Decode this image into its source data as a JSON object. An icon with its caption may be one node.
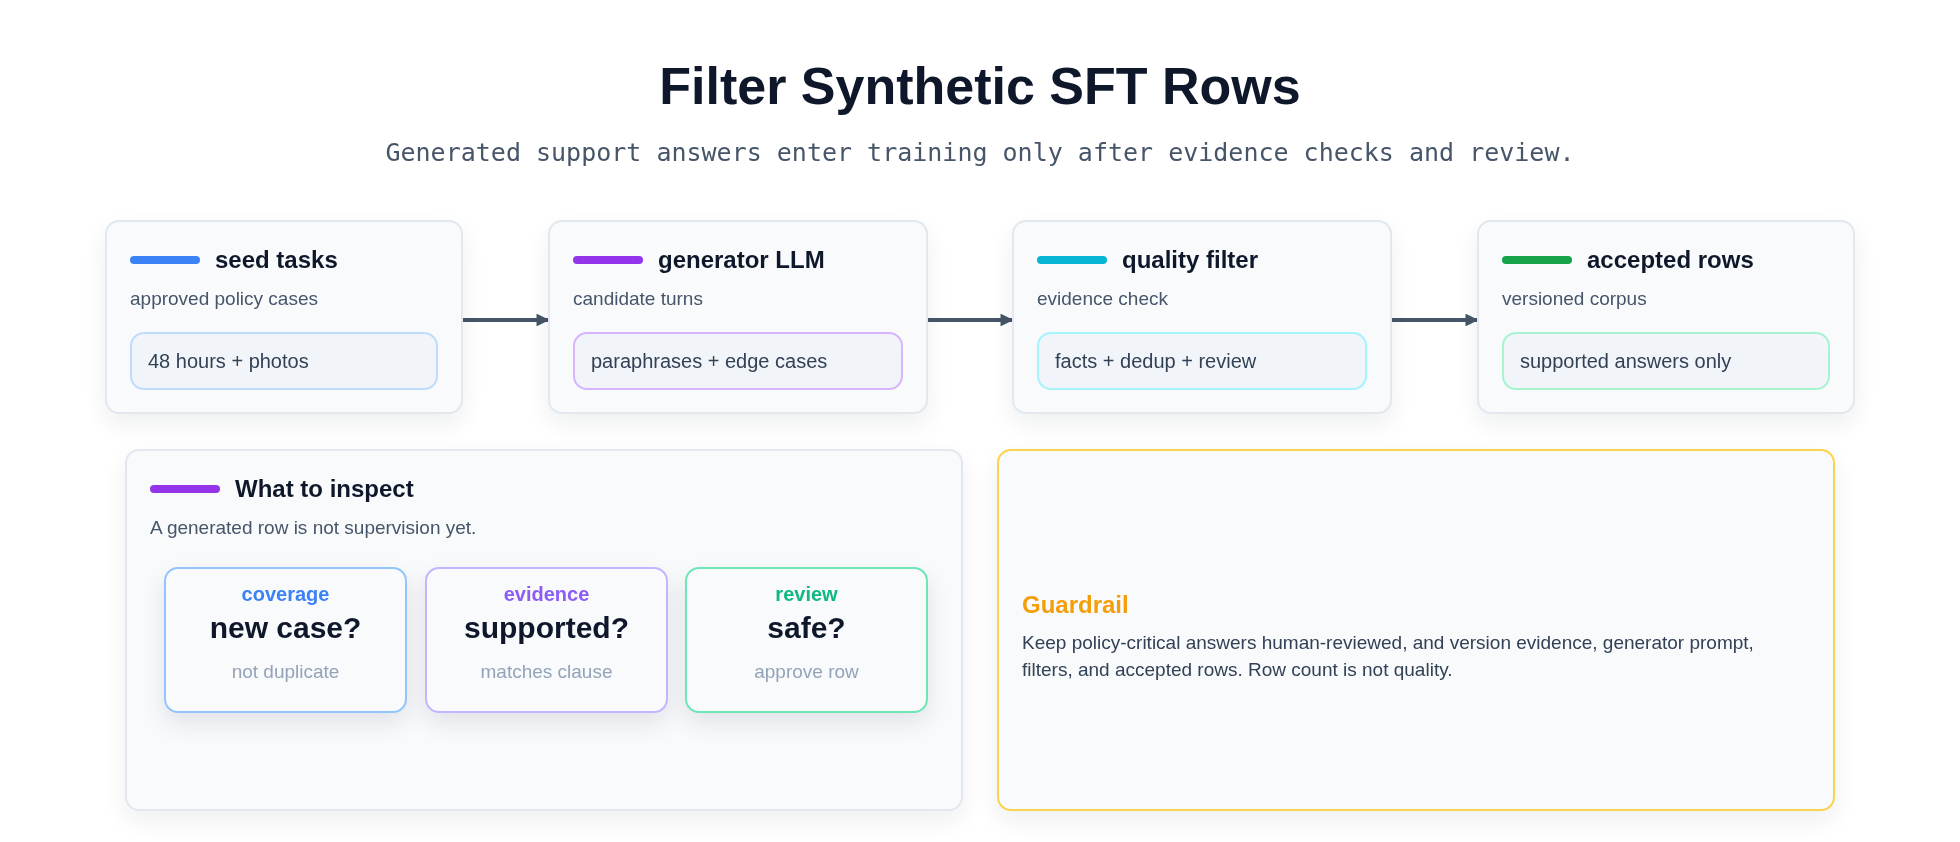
{
  "diagram": {
    "title": "Filter Synthetic SFT Rows",
    "nodes": [
      {
        "text": [
          "seed tasks",
          "approved policy cases"
        ]
      },
      {
        "text": [
          "48 hours + photos"
        ],
        "in": 0
      },
      {
        "text": [
          "generator LLM",
          "candidate turns"
        ]
      },
      {
        "text": [
          "paraphrases + edge cases"
        ],
        "in": 2
      },
      {
        "text": [
          "quality filter",
          "evidence check"
        ]
      },
      {
        "text": [
          "facts + dedup + review"
        ],
        "in": 4
      },
      {
        "text": [
          "accepted rows",
          "versioned corpus"
        ]
      },
      {
        "text": [
          "supported answers only"
        ],
        "in": 6
      },
      {
        "text": [
          "What to inspect",
          "A generated row is not supervision yet."
        ]
      },
      {
        "text": [
          "coverage",
          "new case?",
          "not duplicate"
        ],
        "in": 8
      },
      {
        "text": [
          "evidence",
          "supported?",
          "matches clause"
        ],
        "in": 8
      },
      {
        "text": [
          "review",
          "safe?",
          "approve row"
        ],
        "in": 8
      },
      {
        "text": [
          "Guardrail",
          "Keep policy-critical answers human-reviewed, and version evidence, generator prompt, filters, and accepted rows. Row count is not quality."
        ]
      }
    ],
    "edges": [
      {
        "from": 0,
        "to": 2,
        "arrow": "to"
      },
      {
        "from": 2,
        "to": 4,
        "arrow": "to"
      },
      {
        "from": 4,
        "to": 6,
        "arrow": "to"
      }
    ],
    "labels": [
      "Generated support answers enter training only after evidence checks and review."
    ]
  }
}
